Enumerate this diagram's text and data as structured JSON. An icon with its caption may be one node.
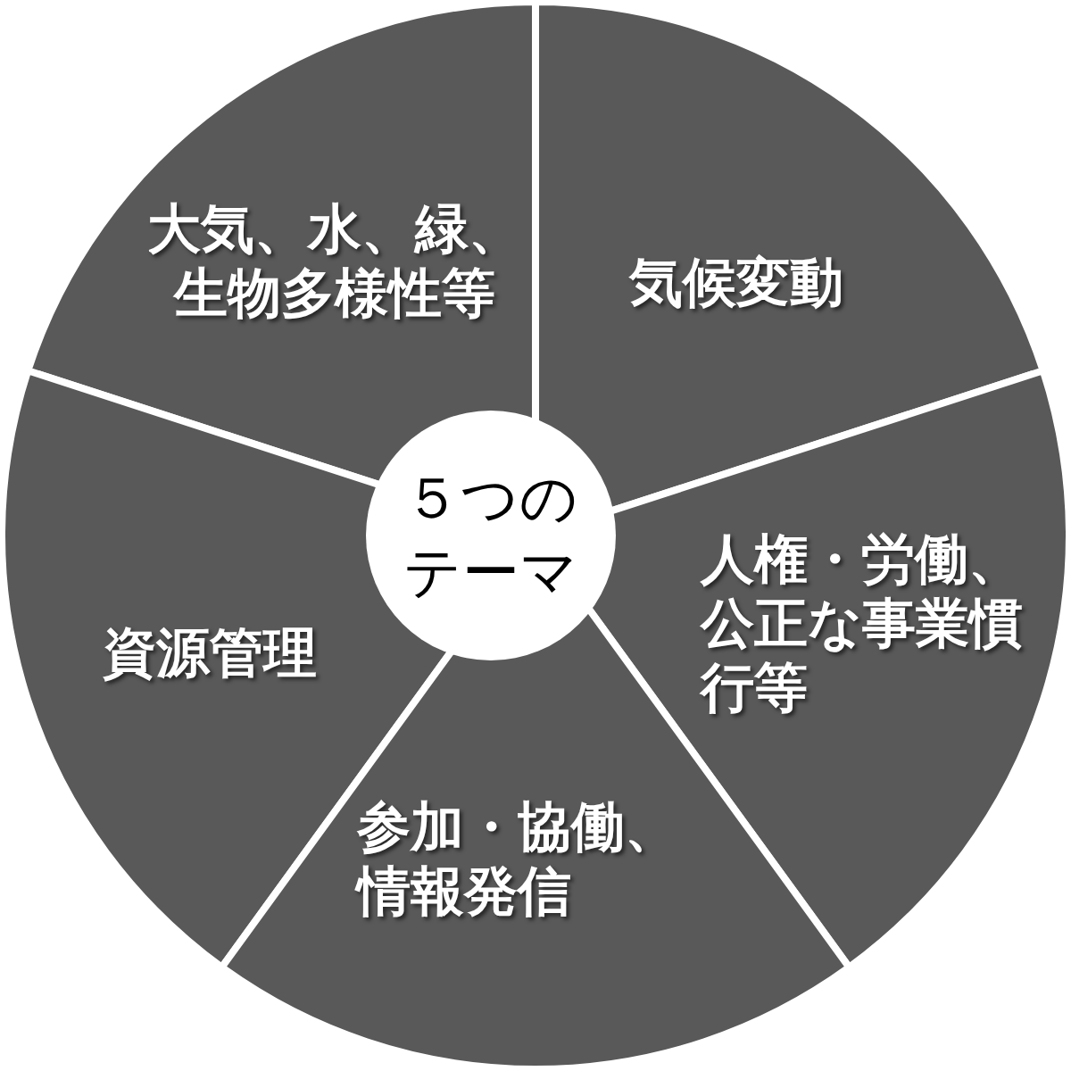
{
  "diagram": {
    "nodes": [
      {
        "text": [
          "大気、水、緑、生物多様性等"
        ]
      },
      {
        "text": [
          "気候変動"
        ]
      },
      {
        "text": [
          "５つのテーマ"
        ]
      },
      {
        "text": [
          "資源管理"
        ]
      },
      {
        "text": [
          "人権・労働、公正な事業慣行等"
        ]
      },
      {
        "text": [
          "参加・協働、情報発信"
        ]
      }
    ]
  }
}
